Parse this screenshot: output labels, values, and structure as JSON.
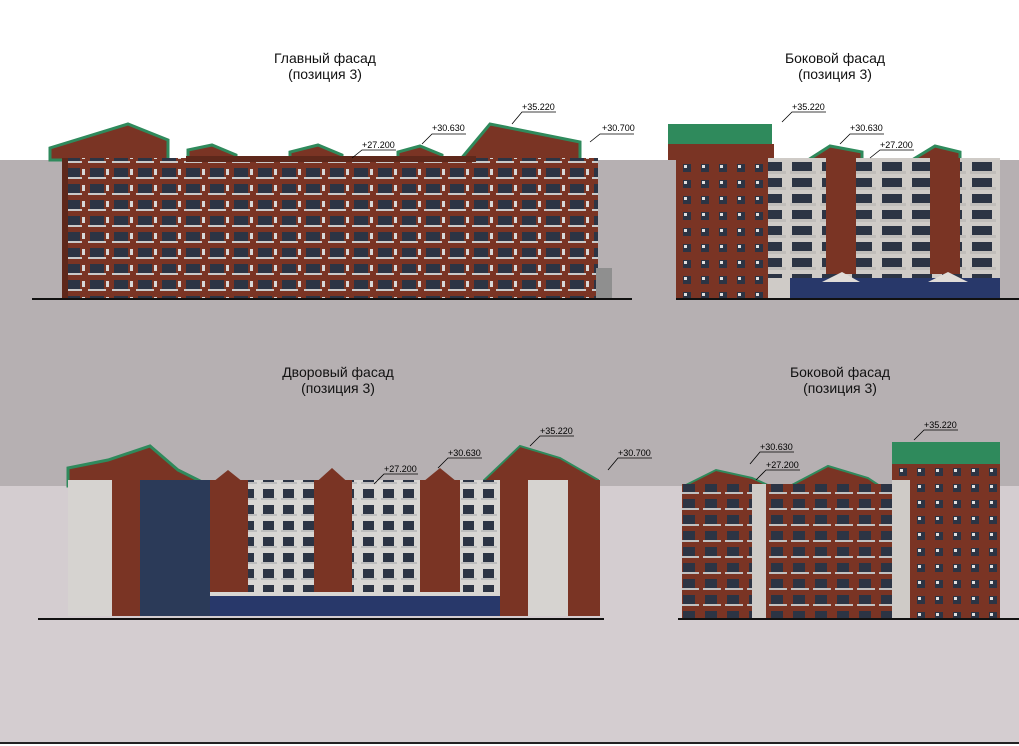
{
  "panels": {
    "main": {
      "title": "Главный фасад",
      "subtitle": "(позиция 3)",
      "marks": [
        "+35.220",
        "+30.630",
        "+30.700",
        "+27.200"
      ]
    },
    "side1": {
      "title": "Боковой фасад",
      "subtitle": "(позиция 3)",
      "marks": [
        "+35.220",
        "+30.630",
        "+27.200"
      ]
    },
    "yard": {
      "title": "Дворовый фасад",
      "subtitle": "(позиция 3)",
      "marks": [
        "+35.220",
        "+30.630",
        "+30.700",
        "+27.200"
      ]
    },
    "side2": {
      "title": "Боковой фасад",
      "subtitle": "(позиция 3)",
      "marks": [
        "+30.630",
        "+27.200",
        "+35.220"
      ]
    }
  },
  "colors": {
    "brick": "#7a3424",
    "brick_dark": "#5e281b",
    "roof": "#2f8a5c",
    "plaster": "#d9d6d3",
    "window": "#2c3444",
    "balcony": "#c9c9c9",
    "glass": "#28386a",
    "ground": "#111111"
  }
}
